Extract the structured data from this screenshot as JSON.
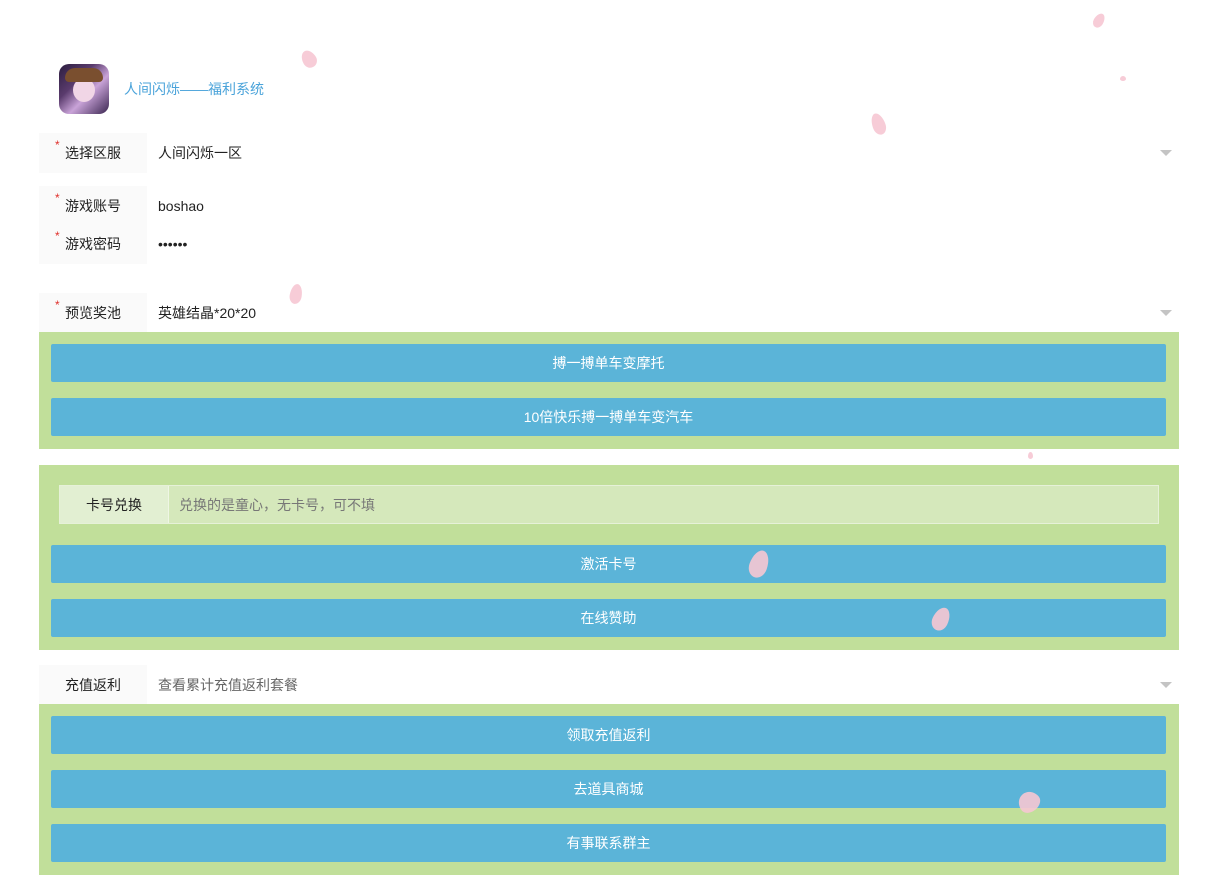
{
  "header": {
    "title": "人间闪烁——福利系统"
  },
  "server": {
    "label": "选择区服",
    "value": "人间闪烁一区"
  },
  "account": {
    "label": "游戏账号",
    "value": "boshao"
  },
  "password": {
    "label": "游戏密码",
    "value": "••••••"
  },
  "pool": {
    "label": "预览奖池",
    "value": "英雄结晶*20*20"
  },
  "pool_buttons": {
    "btn1": "搏一搏单车变摩托",
    "btn2": "10倍快乐搏一搏单车变汽车"
  },
  "card": {
    "label": "卡号兑换",
    "placeholder": "兑换的是童心，无卡号，可不填",
    "activate": "激活卡号",
    "sponsor": "在线赞助"
  },
  "recharge": {
    "label": "充值返利",
    "value": "查看累计充值返利套餐",
    "claim": "领取充值返利",
    "shop": "去道具商城",
    "contact": "有事联系群主"
  },
  "required_mark": "*"
}
